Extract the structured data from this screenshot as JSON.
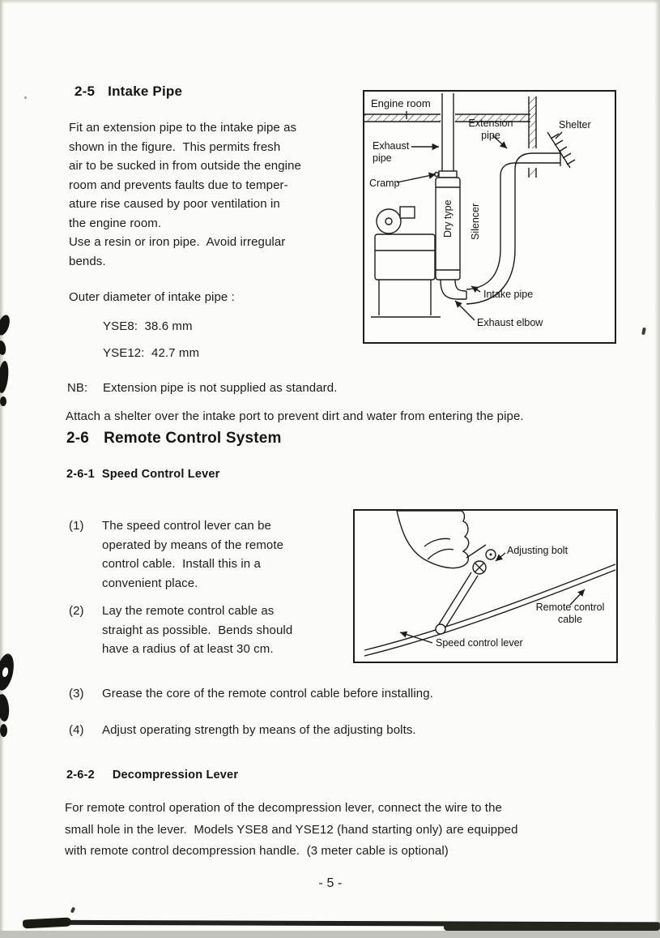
{
  "page": {
    "number": "- 5 -"
  },
  "section_intake": {
    "num": "2-5",
    "title": "Intake Pipe",
    "body": "Fit an extension pipe to the intake pipe as\nshown in the figure.  This permits fresh\nair to be sucked in from outside the engine\nroom and prevents faults due to temper-\nature rise caused by poor ventilation in\nthe engine room.\nUse a resin or iron pipe.  Avoid irregular\nbends.",
    "diameter_label": "Outer diameter of intake pipe :",
    "yse8": "YSE8:  38.6 mm",
    "yse12": "YSE12:  42.7 mm",
    "nb_label": "NB:",
    "nb_note": "Extension pipe is not supplied as standard.",
    "shelter_note": "Attach a shelter over the intake port to prevent dirt and water from entering the pipe."
  },
  "figure_intake": {
    "labels": {
      "engine_room": "Engine room",
      "extension_pipe": "Extension\npipe",
      "shelter": "Shelter",
      "exhaust_pipe": "Exhaust\npipe",
      "cramp": "Cramp",
      "dry_type": "Dry type",
      "silencer": "Silencer",
      "intake_pipe": "Intake pipe",
      "exhaust_elbow": "Exhaust elbow"
    }
  },
  "section_remote": {
    "num": "2-6",
    "title": "Remote Control System",
    "sub_speed": {
      "num": "2-6-1",
      "title": "Speed Control Lever"
    },
    "items": [
      {
        "num": "(1)",
        "text": "The speed control lever can be\noperated by means of the remote\ncontrol cable.  Install this in a\nconvenient place."
      },
      {
        "num": "(2)",
        "text": "Lay the remote control cable as\nstraight as possible.  Bends should\nhave a radius of at least 30 cm."
      },
      {
        "num": "(3)",
        "text": "Grease the core of the remote control cable before installing."
      },
      {
        "num": "(4)",
        "text": "Adjust operating strength by means of the adjusting bolts."
      }
    ],
    "sub_decomp": {
      "num": "2-6-2",
      "title": "Decompression Lever",
      "body": "For remote control operation of the decompression lever, connect the wire to the\nsmall hole in the lever.  Models YSE8 and YSE12 (hand starting only) are equipped\nwith remote control decompression handle.  (3 meter cable is optional)"
    }
  },
  "figure_speed": {
    "labels": {
      "adjusting_bolt": "Adjusting bolt",
      "remote_control_cable": "Remote control\ncable",
      "speed_control_lever": "Speed control lever"
    }
  }
}
